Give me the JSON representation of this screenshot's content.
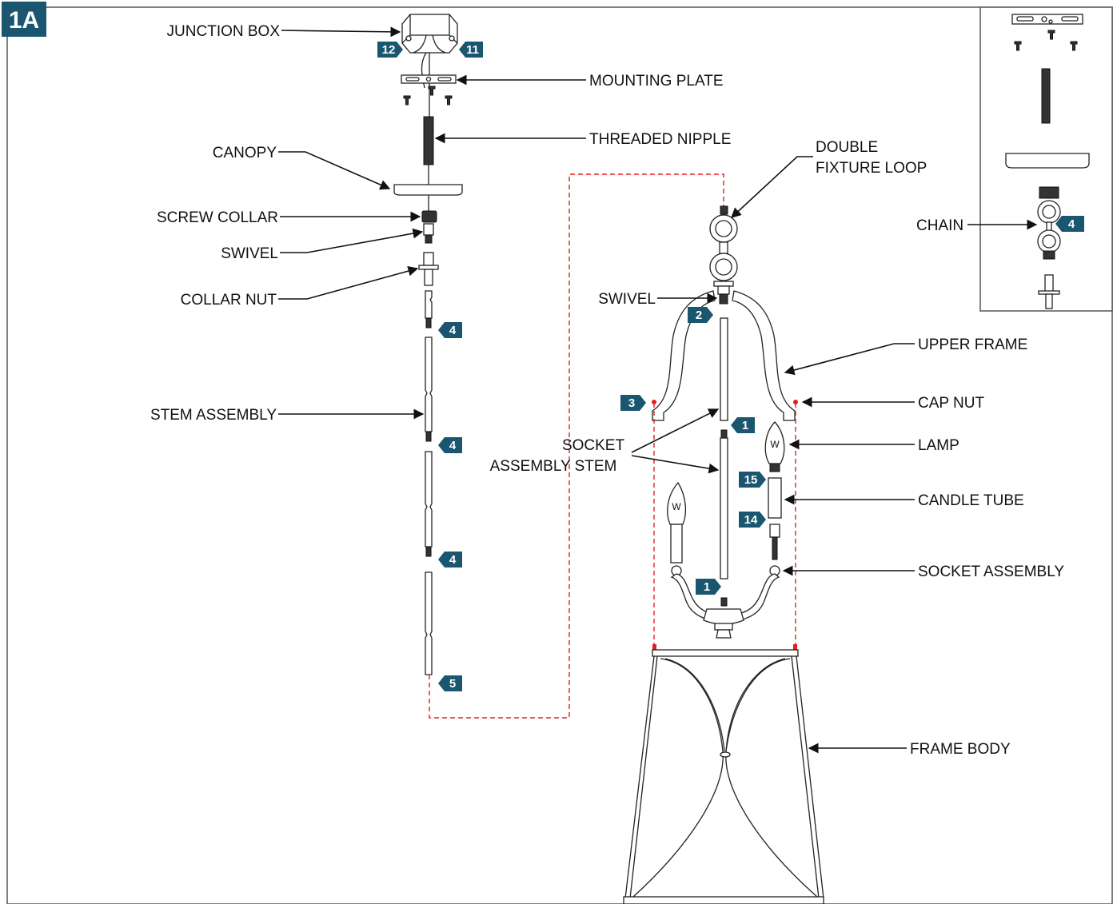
{
  "figure_label": "1A",
  "colors": {
    "badge": "#1a5670",
    "guide": "#e02020",
    "border": "#555555"
  },
  "labels": {
    "junction_box": "JUNCTION BOX",
    "mounting_plate": "MOUNTING PLATE",
    "threaded_nipple": "THREADED NIPPLE",
    "canopy": "CANOPY",
    "screw_collar": "SCREW COLLAR",
    "swivel_left": "SWIVEL",
    "collar_nut": "COLLAR NUT",
    "stem_assembly": "STEM ASSEMBLY",
    "double_fixture_loop_1": "DOUBLE",
    "double_fixture_loop_2": "FIXTURE LOOP",
    "swivel_right": "SWIVEL",
    "upper_frame": "UPPER FRAME",
    "cap_nut": "CAP NUT",
    "socket_assembly_stem_1": "SOCKET",
    "socket_assembly_stem_2": "ASSEMBLY STEM",
    "lamp": "LAMP",
    "candle_tube": "CANDLE TUBE",
    "socket_assembly": "SOCKET ASSEMBLY",
    "frame_body": "FRAME BODY",
    "chain": "CHAIN"
  },
  "steps": {
    "s12": "12",
    "s11": "11",
    "stem_a": "4",
    "stem_b": "4",
    "stem_c": "4",
    "stem_d": "5",
    "swivel": "2",
    "cap_nut": "3",
    "stem_top": "1",
    "stem_bottom": "1",
    "lamp": "15",
    "tube": "14",
    "chain": "4"
  },
  "lamp_marks": {
    "left": "W",
    "right": "W"
  }
}
